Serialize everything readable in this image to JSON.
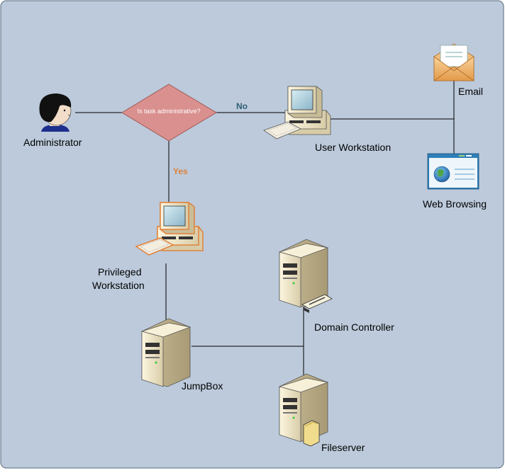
{
  "diagram": {
    "decision": {
      "text": "Is task administrative?"
    },
    "edges": {
      "no_label": "No",
      "yes_label": "Yes"
    },
    "nodes": {
      "administrator": "Administrator",
      "user_workstation": "User Workstation",
      "email": "Email",
      "web_browsing": "Web Browsing",
      "privileged_line1": "Privileged",
      "privileged_line2": "Workstation",
      "jumpbox": "JumpBox",
      "domain_controller": "Domain Controller",
      "fileserver": "Fileserver"
    }
  },
  "colors": {
    "background": "#bccadb",
    "decision_fill": "#d9908e",
    "no_label": "#2e5f73",
    "yes_label": "#e0823c",
    "privileged_outline": "#e0823c",
    "line": "#000000"
  }
}
